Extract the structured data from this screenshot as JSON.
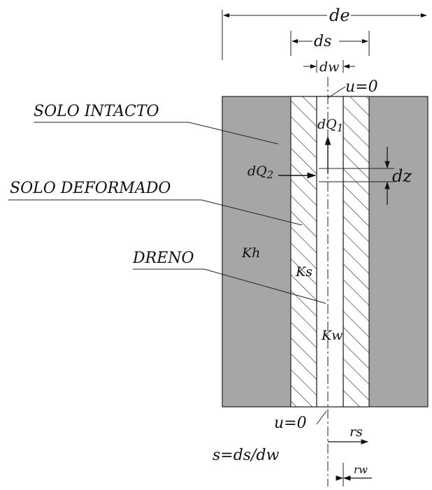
{
  "dimensions": {
    "de": "de",
    "ds": "ds",
    "dw": "dw",
    "dz": "dz",
    "rs": "rs",
    "rw": "rw"
  },
  "labels": {
    "solo_intacto": "SOLO INTACTO",
    "solo_deformado": "SOLO DEFORMADO",
    "dreno": "DRENO"
  },
  "zone_labels": {
    "kh": "Kh",
    "ks": "Ks",
    "kw": "Kw"
  },
  "boundary": {
    "u_top": "u=0",
    "u_bottom": "u=0"
  },
  "flows": {
    "dq1_main": "dQ",
    "dq1_sub": "1",
    "dq2_main": "dQ",
    "dq2_sub": "2"
  },
  "formula": "s=ds/dw",
  "colors": {
    "intact_soil": "#a6a6a6",
    "outline": "#222222",
    "hatch": "#333333",
    "drain": "#ffffff"
  }
}
